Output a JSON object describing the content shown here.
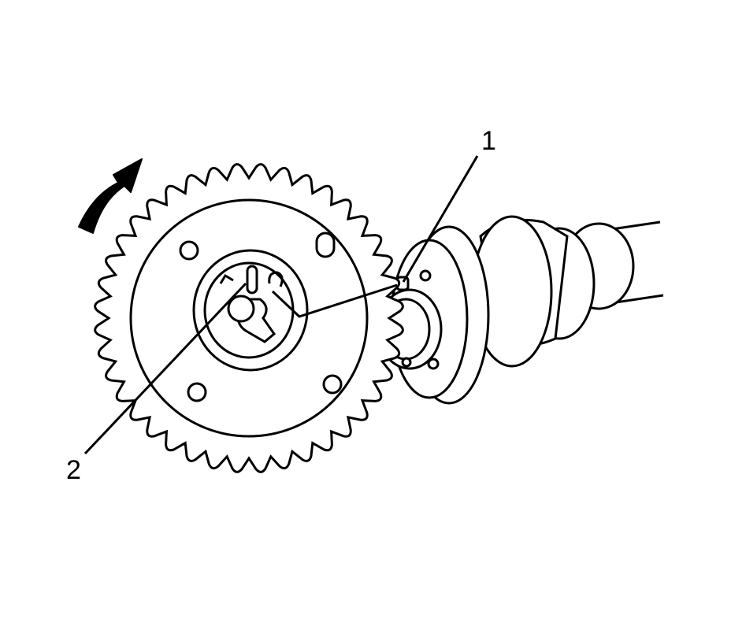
{
  "callouts": [
    {
      "id": "1",
      "text": "1"
    },
    {
      "id": "2",
      "text": "2"
    }
  ],
  "icons": {
    "rotation": "curved-arrow-icon"
  },
  "colors": {
    "line": "#000000",
    "background": "#ffffff"
  }
}
